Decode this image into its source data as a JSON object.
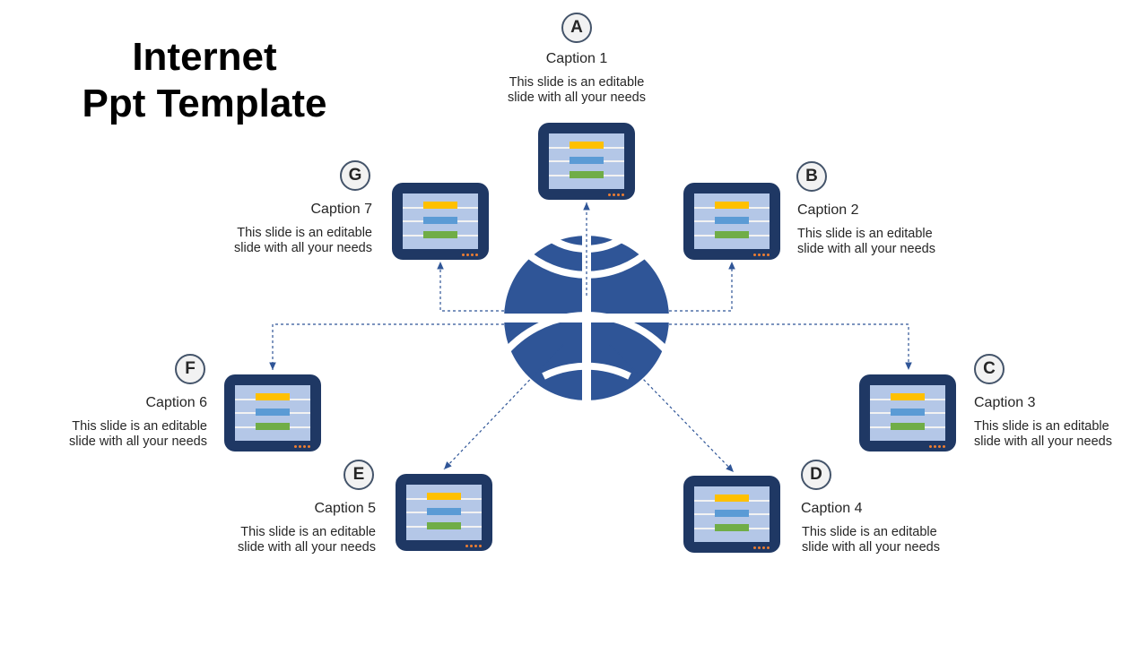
{
  "title": {
    "line1": "Internet",
    "line2": "Ppt Template"
  },
  "colors": {
    "device": "#1f3864",
    "screen": "#b4c7e7",
    "globe": "#2f5597",
    "bar_yellow": "#ffc000",
    "bar_blue": "#5b9bd5",
    "bar_green": "#70ad47",
    "dots": "#ed7d31"
  },
  "items": [
    {
      "badge": "A",
      "caption": "Caption 1",
      "desc_line1": "This slide is an editable",
      "desc_line2": "slide with all your needs"
    },
    {
      "badge": "B",
      "caption": "Caption 2",
      "desc_line1": "This slide is an editable",
      "desc_line2": "slide with all your needs"
    },
    {
      "badge": "C",
      "caption": "Caption 3",
      "desc_line1": "This slide is an editable",
      "desc_line2": "slide with all your needs"
    },
    {
      "badge": "D",
      "caption": "Caption 4",
      "desc_line1": "This slide is an editable",
      "desc_line2": "slide with all your needs"
    },
    {
      "badge": "E",
      "caption": "Caption 5",
      "desc_line1": "This slide is an editable",
      "desc_line2": "slide with all your needs"
    },
    {
      "badge": "F",
      "caption": "Caption 6",
      "desc_line1": "This slide is an editable",
      "desc_line2": "slide with all your needs"
    },
    {
      "badge": "G",
      "caption": "Caption 7",
      "desc_line1": "This slide is an editable",
      "desc_line2": "slide with all your needs"
    }
  ]
}
